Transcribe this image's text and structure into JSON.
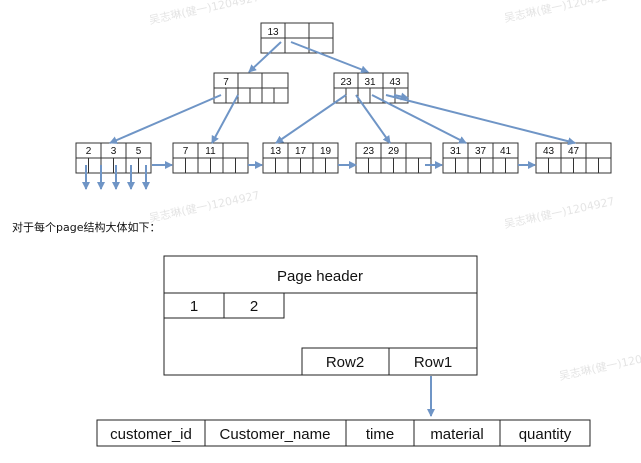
{
  "btree": {
    "root": {
      "keys": [
        "13",
        "",
        ""
      ]
    },
    "level1": [
      {
        "keys": [
          "7",
          "",
          ""
        ]
      },
      {
        "keys": [
          "23",
          "31",
          "43"
        ]
      }
    ],
    "leaves": [
      {
        "keys": [
          "2",
          "3",
          "5"
        ]
      },
      {
        "keys": [
          "7",
          "11",
          ""
        ]
      },
      {
        "keys": [
          "13",
          "17",
          "19"
        ]
      },
      {
        "keys": [
          "23",
          "29",
          ""
        ]
      },
      {
        "keys": [
          "31",
          "37",
          "41"
        ]
      },
      {
        "keys": [
          "43",
          "47",
          ""
        ]
      }
    ]
  },
  "caption": "对于每个page结构大体如下：",
  "page": {
    "header_label": "Page header",
    "slots": [
      "1",
      "2"
    ],
    "rows": [
      "Row2",
      "Row1"
    ]
  },
  "record": {
    "fields": [
      "customer_id",
      "Customer_name",
      "time",
      "material",
      "quantity"
    ]
  },
  "watermark": "吴志琳(健一)1204927",
  "colors": {
    "arrow": "#6f95c6",
    "line": "#333333",
    "text": "#111111",
    "watermark": "#c8c8c8"
  }
}
